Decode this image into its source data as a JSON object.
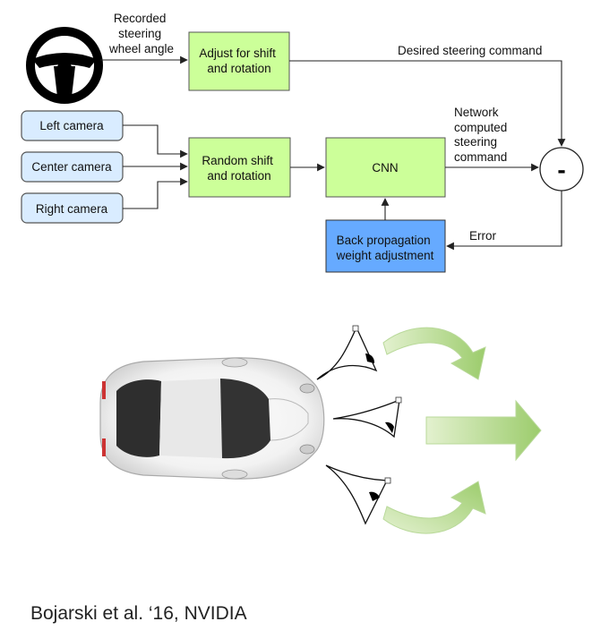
{
  "diagram": {
    "labels": {
      "recorded_angle": [
        "Recorded",
        "steering",
        "wheel angle"
      ],
      "adjust_box": [
        "Adjust for shift",
        "and rotation"
      ],
      "desired_command": "Desired steering command",
      "left_camera": "Left camera",
      "center_camera": "Center camera",
      "right_camera": "Right camera",
      "random_box": [
        "Random shift",
        "and rotation"
      ],
      "cnn_box": "CNN",
      "network_command": [
        "Network",
        "computed",
        "steering",
        "command"
      ],
      "minus_symbol": "-",
      "error": "Error",
      "backprop_box": [
        "Back propagation",
        "weight adjustment"
      ]
    },
    "colors": {
      "process_box": "#ccff99",
      "camera_box": "#d9ecff",
      "backprop_box": "#66aaff",
      "arrow_green": "#9ccc6c"
    }
  },
  "illustration": {
    "icons": [
      "steering-wheel-icon",
      "car-top-view",
      "camera-left-icon",
      "camera-center-icon",
      "camera-right-icon",
      "turn-left-arrow",
      "straight-arrow",
      "turn-right-arrow"
    ]
  },
  "citation": "Bojarski et al. ‘16, NVIDIA"
}
